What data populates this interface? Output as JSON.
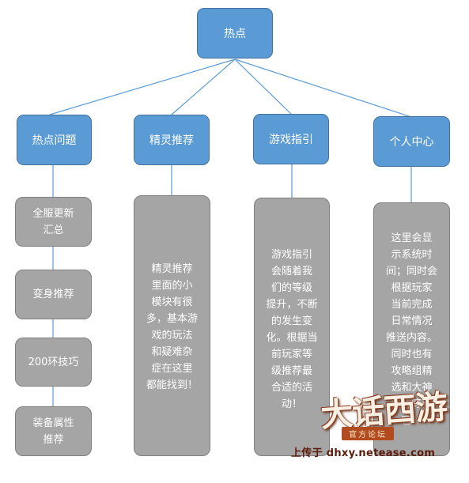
{
  "root": {
    "label": "热点"
  },
  "branches": [
    {
      "id": "hot-issues",
      "label": "热点问题",
      "items": [
        "全服更新\n汇总",
        "变身推荐",
        "200环技巧",
        "装备属性\n推荐"
      ]
    },
    {
      "id": "sprite-recommend",
      "label": "精灵推荐",
      "description": "精灵推荐\n里面的小\n模块有很\n多，基本游\n戏的玩法\n和疑难杂\n症在这里\n都能找到！"
    },
    {
      "id": "game-guide",
      "label": "游戏指引",
      "description": "游戏指引\n会随着我\n们的等级\n提升，不断\n的发生变\n化。根据当\n前玩家等\n级推荐最\n合适的活\n动！"
    },
    {
      "id": "personal-center",
      "label": "个人中心",
      "description": "这里会显\n示系统时\n间；同时会\n根据玩家\n当前完成\n日常情况\n推送内容。\n同时也有\n攻略组精\n选和大神\n名片等内\n容！"
    }
  ],
  "watermark": {
    "logo": "大话西游",
    "sub": "官方论坛",
    "upload": "上传于 dhxy.netease.com"
  },
  "colors": {
    "blue": "#5b9bd5",
    "gray": "#a5a5a5",
    "line": "#5b9bd5"
  }
}
